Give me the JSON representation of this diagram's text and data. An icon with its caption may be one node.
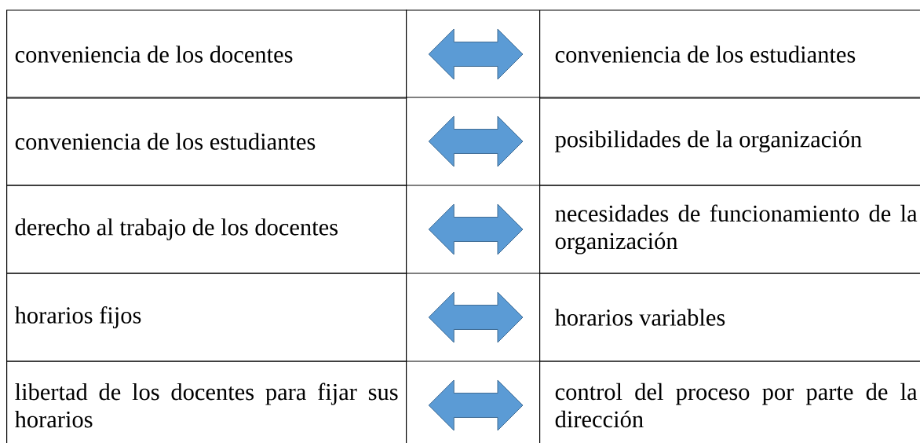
{
  "diagram": {
    "nodes": [
      {
        "text": [
          "conveniencia de los docentes"
        ]
      },
      {
        "text": [
          "conveniencia de los estudiantes"
        ]
      },
      {
        "text": [
          "derecho al trabajo de los docentes"
        ]
      },
      {
        "text": [
          "horarios fijos"
        ]
      },
      {
        "text": [
          "libertad de los docentes para fijar sus horarios"
        ]
      },
      {
        "text": [
          "conveniencia de los estudiantes"
        ]
      },
      {
        "text": [
          "posibilidades de la organización"
        ]
      },
      {
        "text": [
          "necesidades de funcionamiento de la organización"
        ]
      },
      {
        "text": [
          "horarios variables"
        ]
      },
      {
        "text": [
          "control del proceso por parte de la dirección"
        ]
      }
    ],
    "edges": [
      {
        "from": 0,
        "to": 5,
        "arrow": "both"
      },
      {
        "from": 1,
        "to": 6,
        "arrow": "both"
      },
      {
        "from": 2,
        "to": 7,
        "arrow": "both"
      },
      {
        "from": 3,
        "to": 8,
        "arrow": "both"
      },
      {
        "from": 4,
        "to": 9,
        "arrow": "both"
      }
    ]
  }
}
